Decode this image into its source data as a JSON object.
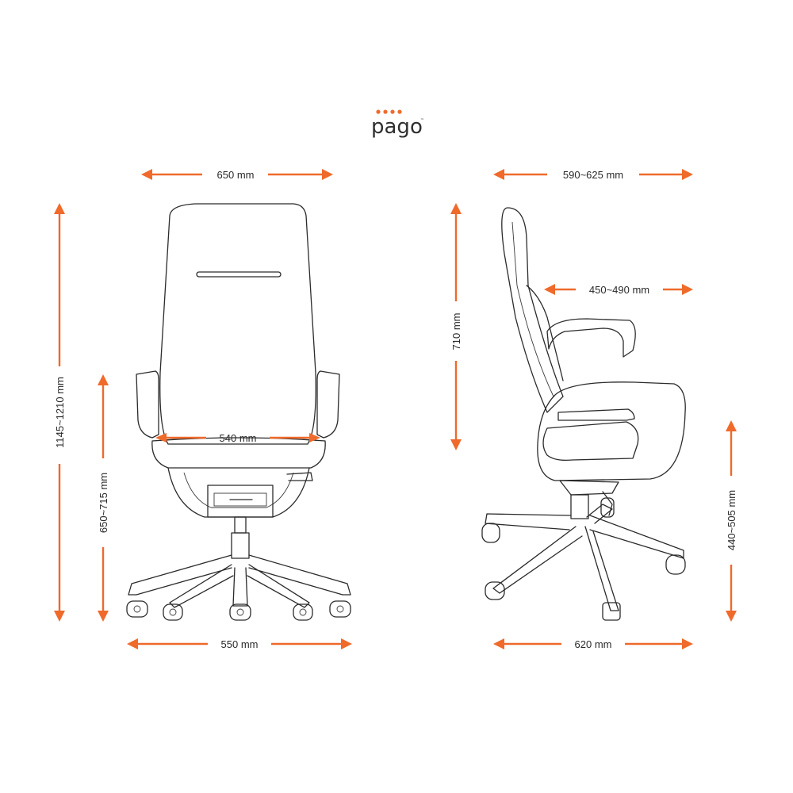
{
  "brand": {
    "name": "pago",
    "trademark": "™",
    "accent_color": "#ef6a2b"
  },
  "colors": {
    "dimension_arrow": "#ef6a2b",
    "drawing_line": "#2b2b2b",
    "text": "#2a2a2a"
  },
  "dimensions": {
    "front_overall_width": "650 mm",
    "front_armrest_inner_width": "540 mm",
    "front_base_width": "550 mm",
    "front_overall_height": "1145~1210 mm",
    "front_seat_height": "650~715 mm",
    "side_overall_depth": "590~625 mm",
    "side_armrest_depth": "450~490 mm",
    "side_back_height": "710 mm",
    "side_seat_height": "440~505 mm",
    "side_base_depth": "620 mm"
  },
  "views": {
    "front": "front-view-chair-drawing",
    "side": "side-view-chair-drawing"
  }
}
